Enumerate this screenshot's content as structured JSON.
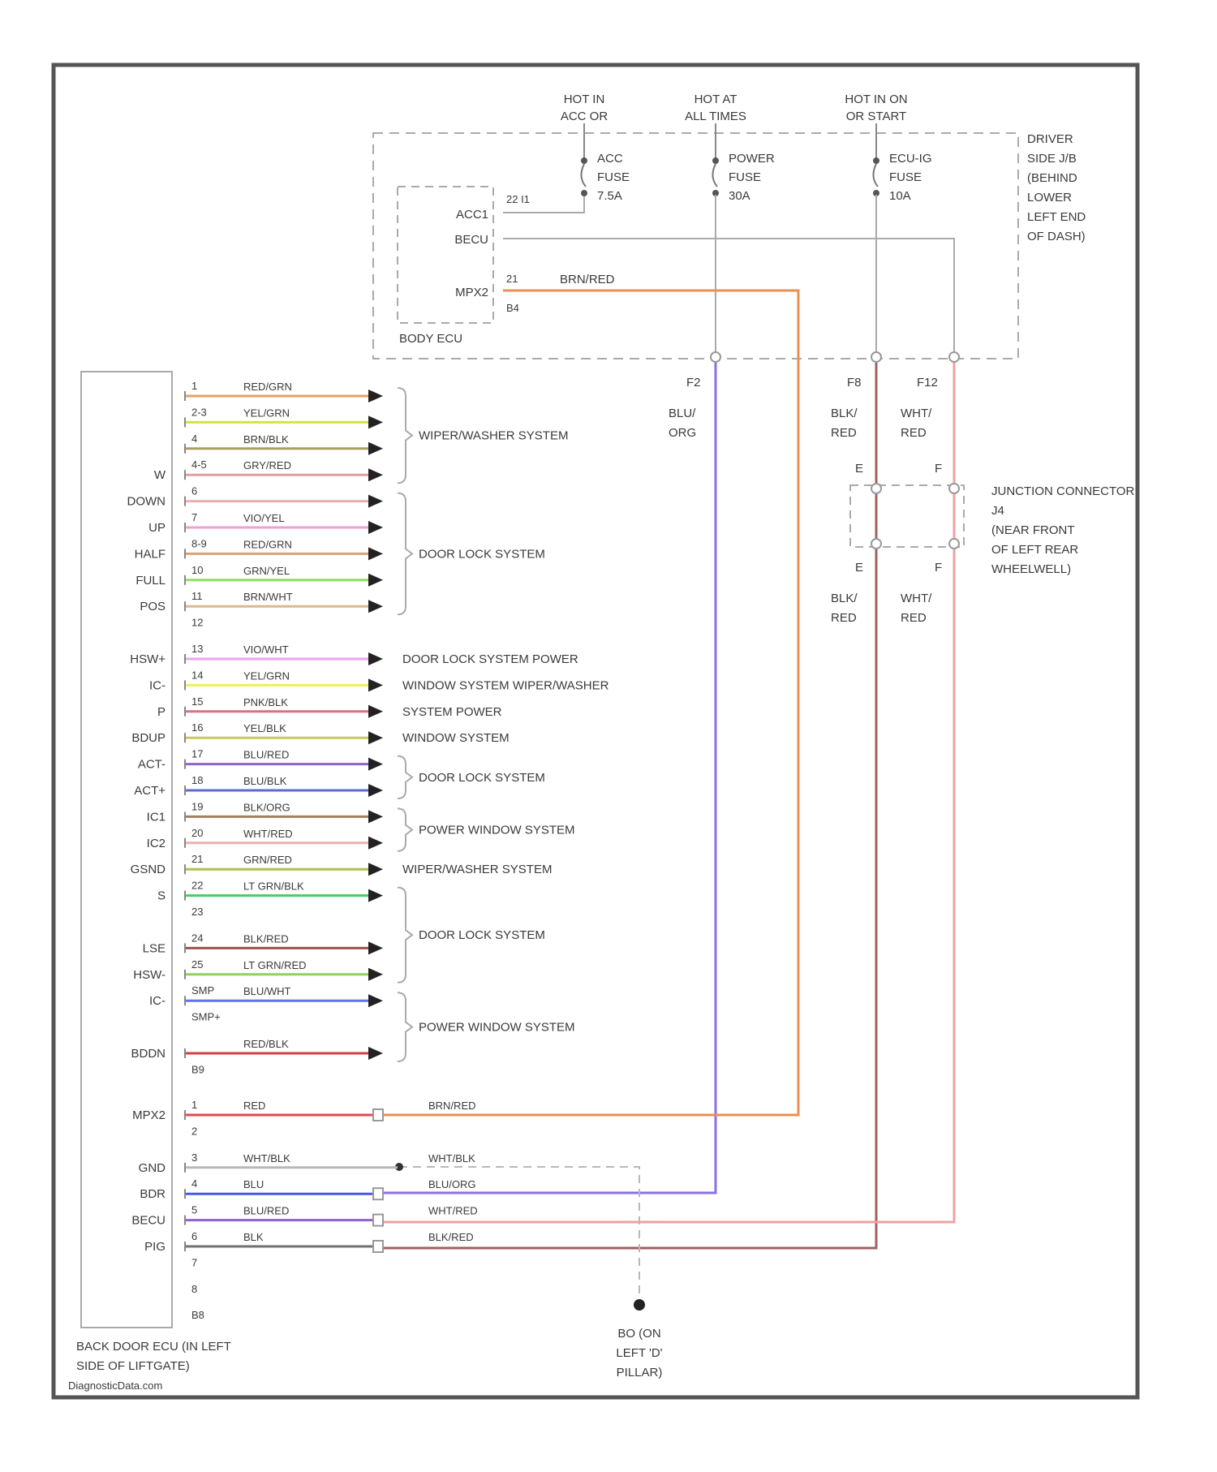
{
  "sources": [
    {
      "id": "acc",
      "line1": "HOT IN",
      "line2": "ACC OR"
    },
    {
      "id": "all",
      "line1": "HOT AT",
      "line2": "ALL TIMES"
    },
    {
      "id": "on",
      "line1": "HOT IN ON",
      "line2": "OR START"
    }
  ],
  "fuses": [
    {
      "id": "acc",
      "line1": "ACC",
      "line2": "FUSE",
      "line3": "7.5A"
    },
    {
      "id": "power",
      "line1": "POWER",
      "line2": "FUSE",
      "line3": "30A"
    },
    {
      "id": "ecuig",
      "line1": "ECU-IG",
      "line2": "FUSE",
      "line3": "10A"
    }
  ],
  "junction_block": {
    "lines": [
      "DRIVER",
      "SIDE J/B",
      "(BEHIND",
      "LOWER",
      "LEFT END",
      "OF DASH)"
    ],
    "pins": [
      "F2",
      "F8",
      "F12"
    ]
  },
  "body_ecu": {
    "label": "BODY ECU",
    "pins": [
      {
        "name": "ACC1",
        "num": "22 I1"
      },
      {
        "name": "BECU",
        "num": ""
      },
      {
        "name": "MPX2",
        "num": "21",
        "sub": "B4"
      }
    ],
    "mpx_wire": "BRN/RED"
  },
  "jb_wires": [
    {
      "id": "w1",
      "line1": "BLU/",
      "line2": "ORG"
    },
    {
      "id": "w2",
      "line1": "BLK/",
      "line2": "RED"
    },
    {
      "id": "w3",
      "line1": "WHT/",
      "line2": "RED"
    }
  ],
  "junction_connector": {
    "lines": [
      "JUNCTION CONNECTOR",
      "J4",
      "(NEAR FRONT",
      "OF LEFT REAR",
      "WHEELWELL)"
    ],
    "pins_top": [
      "E",
      "F"
    ],
    "pins_bottom": [
      "E",
      "F"
    ],
    "wires_below": [
      {
        "line1": "BLK/",
        "line2": "RED"
      },
      {
        "line1": "WHT/",
        "line2": "RED"
      }
    ]
  },
  "back_ecu": {
    "label1": "BACK DOOR ECU (IN LEFT",
    "label2": "SIDE OF LIFTGATE)",
    "connector_end1": "B9",
    "connector_end2": "B8"
  },
  "rows": [
    {
      "pin": "1",
      "term": "",
      "wire": "RED/GRN",
      "color": "#e8a060"
    },
    {
      "pin": "2-3",
      "term": "",
      "wire": "YEL/GRN",
      "color": "#d8e040"
    },
    {
      "pin": "4",
      "term": "",
      "wire": "BRN/BLK",
      "color": "#a8a060"
    },
    {
      "pin": "4-5",
      "term": "W",
      "wire": "GRY/RED",
      "color": "#e0a0a0"
    },
    {
      "pin": "6",
      "term": "DOWN",
      "wire": "",
      "color": "#e8b0b0"
    },
    {
      "pin": "7",
      "term": "UP",
      "wire": "VIO/YEL",
      "color": "#f0a0d0"
    },
    {
      "pin": "8-9",
      "term": "HALF",
      "wire": "RED/GRN",
      "color": "#e0a070"
    },
    {
      "pin": "10",
      "term": "FULL",
      "wire": "GRN/YEL",
      "color": "#90e060"
    },
    {
      "pin": "11",
      "term": "POS",
      "wire": "BRN/WHT",
      "color": "#d8b890"
    },
    {
      "pin": "12",
      "term": "",
      "wire": "",
      "color": ""
    },
    {
      "pin": "13",
      "term": "HSW+",
      "wire": "VIO/WHT",
      "color": "#f0a0f0"
    },
    {
      "pin": "14",
      "term": "IC-",
      "wire": "YEL/GRN",
      "color": "#e8f060"
    },
    {
      "pin": "15",
      "term": "P",
      "wire": "PNK/BLK",
      "color": "#d87080"
    },
    {
      "pin": "16",
      "term": "BDUP",
      "wire": "YEL/BLK",
      "color": "#c8c860"
    },
    {
      "pin": "17",
      "term": "ACT-",
      "wire": "BLU/RED",
      "color": "#9060d0"
    },
    {
      "pin": "18",
      "term": "ACT+",
      "wire": "BLU/BLK",
      "color": "#5a6ad0"
    },
    {
      "pin": "19",
      "term": "IC1",
      "wire": "BLK/ORG",
      "color": "#a08060"
    },
    {
      "pin": "20",
      "term": "IC2",
      "wire": "WHT/RED",
      "color": "#f0b0b0"
    },
    {
      "pin": "21",
      "term": "GSND",
      "wire": "GRN/RED",
      "color": "#b0c050"
    },
    {
      "pin": "22",
      "term": "S",
      "wire": "LT GRN/BLK",
      "color": "#40d060"
    },
    {
      "pin": "23",
      "term": "",
      "wire": "",
      "color": ""
    },
    {
      "pin": "24",
      "term": "LSE",
      "wire": "BLK/RED",
      "color": "#a05050"
    },
    {
      "pin": "25",
      "term": "HSW-",
      "wire": "LT GRN/RED",
      "color": "#90d060"
    },
    {
      "pin": "SMP",
      "term": "IC-",
      "wire": "BLU/WHT",
      "color": "#6070f0"
    },
    {
      "pin": "SMP+",
      "term": "",
      "wire": "",
      "color": ""
    },
    {
      "pin": "",
      "term": "BDDN",
      "wire": "RED/BLK",
      "color": "#d04040"
    },
    {
      "pin": "B9",
      "term": "",
      "wire": "",
      "color": ""
    }
  ],
  "groups": [
    {
      "id": "g1",
      "text": "WIPER/WASHER SYSTEM"
    },
    {
      "id": "g2",
      "text": "DOOR LOCK SYSTEM"
    },
    {
      "id": "g3",
      "text": "DOOR LOCK SYSTEM POWER"
    },
    {
      "id": "g4",
      "text": "WINDOW SYSTEM WIPER/WASHER"
    },
    {
      "id": "g5",
      "text": "SYSTEM POWER"
    },
    {
      "id": "g6",
      "text": "WINDOW SYSTEM"
    },
    {
      "id": "g7",
      "text": "DOOR LOCK SYSTEM"
    },
    {
      "id": "g8",
      "text": "POWER WINDOW SYSTEM"
    },
    {
      "id": "g9",
      "text": "WIPER/WASHER SYSTEM"
    },
    {
      "id": "g10",
      "text": "DOOR LOCK SYSTEM"
    },
    {
      "id": "g11",
      "text": "POWER WINDOW SYSTEM"
    }
  ],
  "bottom_rows": [
    {
      "pin": "1",
      "term": "MPX2",
      "wire_left": "RED",
      "wire_right": "BRN/RED",
      "color_left": "#e84848",
      "color_right": "#e89050"
    },
    {
      "pin": "2",
      "term": "",
      "wire_left": "",
      "wire_right": "",
      "color_left": "",
      "color_right": ""
    },
    {
      "pin": "3",
      "term": "GND",
      "wire_left": "WHT/BLK",
      "wire_right": "WHT/BLK",
      "color_left": "#b8b8b8",
      "color_right": "#b8b8b8"
    },
    {
      "pin": "4",
      "term": "BDR",
      "wire_left": "BLU",
      "wire_right": "BLU/ORG",
      "color_left": "#4a5ae8",
      "color_right": "#8a70e0"
    },
    {
      "pin": "5",
      "term": "BECU",
      "wire_left": "BLU/RED",
      "wire_right": "WHT/RED",
      "color_left": "#9060d0",
      "color_right": "#f0a0a0"
    },
    {
      "pin": "6",
      "term": "PIG",
      "wire_left": "BLK",
      "wire_right": "BLK/RED",
      "color_left": "#707070",
      "color_right": "#a06060"
    },
    {
      "pin": "7",
      "term": "",
      "wire_left": "",
      "wire_right": "",
      "color_left": "",
      "color_right": ""
    },
    {
      "pin": "8",
      "term": "",
      "wire_left": "",
      "wire_right": "",
      "color_left": "",
      "color_right": ""
    },
    {
      "pin": "B8",
      "term": "",
      "wire_left": "",
      "wire_right": "",
      "color_left": "",
      "color_right": ""
    }
  ],
  "ground": {
    "line1": "BO (ON",
    "line2": "LEFT 'D'",
    "line3": "PILLAR)"
  },
  "watermark": "DiagnosticData.com",
  "colors": {
    "frame": "#555555",
    "dash": "#aaaaaa",
    "mpx": "#e89050",
    "bluorg": "#8a70e0",
    "blkred": "#a06060",
    "whtred": "#f0a0a0",
    "text": "#3a3a3a"
  }
}
